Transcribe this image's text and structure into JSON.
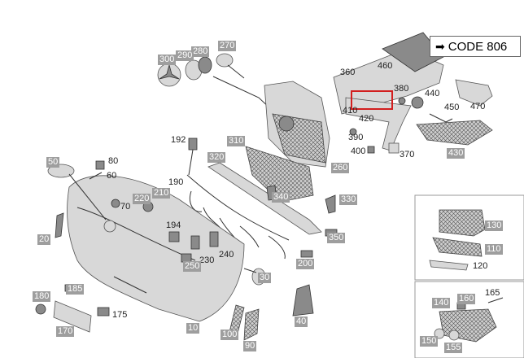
{
  "code_label": "CODE 806",
  "code_arrow_icon": "right-arrow-icon",
  "highlight_color": "#d21f1f",
  "callouts": [
    {
      "id": "c270",
      "text": "270",
      "boxed": true
    },
    {
      "id": "c280",
      "text": "280",
      "boxed": true
    },
    {
      "id": "c290",
      "text": "290",
      "boxed": true
    },
    {
      "id": "c300",
      "text": "300",
      "boxed": true
    },
    {
      "id": "c360",
      "text": "360",
      "boxed": false
    },
    {
      "id": "c460",
      "text": "460",
      "boxed": false
    },
    {
      "id": "c380",
      "text": "380",
      "boxed": false
    },
    {
      "id": "c440",
      "text": "440",
      "boxed": false
    },
    {
      "id": "c410",
      "text": "410",
      "boxed": false
    },
    {
      "id": "c420",
      "text": "420",
      "boxed": false
    },
    {
      "id": "c450",
      "text": "450",
      "boxed": false
    },
    {
      "id": "c470",
      "text": "470",
      "boxed": false
    },
    {
      "id": "c390",
      "text": "390",
      "boxed": false
    },
    {
      "id": "c400",
      "text": "400",
      "boxed": false
    },
    {
      "id": "c370",
      "text": "370",
      "boxed": false
    },
    {
      "id": "c430",
      "text": "430",
      "boxed": true
    },
    {
      "id": "c192",
      "text": "192",
      "boxed": false
    },
    {
      "id": "c310",
      "text": "310",
      "boxed": true
    },
    {
      "id": "c320",
      "text": "320",
      "boxed": true
    },
    {
      "id": "c260",
      "text": "260",
      "boxed": true
    },
    {
      "id": "c50",
      "text": "50",
      "boxed": true
    },
    {
      "id": "c80",
      "text": "80",
      "boxed": false
    },
    {
      "id": "c60",
      "text": "60",
      "boxed": false
    },
    {
      "id": "c190",
      "text": "190",
      "boxed": false
    },
    {
      "id": "c340",
      "text": "340",
      "boxed": true
    },
    {
      "id": "c330",
      "text": "330",
      "boxed": true
    },
    {
      "id": "c210",
      "text": "210",
      "boxed": true
    },
    {
      "id": "c220",
      "text": "220",
      "boxed": true
    },
    {
      "id": "c70",
      "text": "70",
      "boxed": false
    },
    {
      "id": "c194",
      "text": "194",
      "boxed": false
    },
    {
      "id": "c350",
      "text": "350",
      "boxed": true
    },
    {
      "id": "c20",
      "text": "20",
      "boxed": true
    },
    {
      "id": "c240",
      "text": "240",
      "boxed": false
    },
    {
      "id": "c230",
      "text": "230",
      "boxed": false
    },
    {
      "id": "c250",
      "text": "250",
      "boxed": true
    },
    {
      "id": "c200",
      "text": "200",
      "boxed": true
    },
    {
      "id": "c30",
      "text": "30",
      "boxed": true
    },
    {
      "id": "c180",
      "text": "180",
      "boxed": true
    },
    {
      "id": "c185",
      "text": "185",
      "boxed": true
    },
    {
      "id": "c175",
      "text": "175",
      "boxed": false
    },
    {
      "id": "c170",
      "text": "170",
      "boxed": true
    },
    {
      "id": "c10",
      "text": "10",
      "boxed": true
    },
    {
      "id": "c100",
      "text": "100",
      "boxed": true
    },
    {
      "id": "c90",
      "text": "90",
      "boxed": true
    },
    {
      "id": "c40",
      "text": "40",
      "boxed": true
    },
    {
      "id": "c130",
      "text": "130",
      "boxed": true
    },
    {
      "id": "c110",
      "text": "110",
      "boxed": true
    },
    {
      "id": "c120",
      "text": "120",
      "boxed": false
    },
    {
      "id": "c140",
      "text": "140",
      "boxed": true
    },
    {
      "id": "c160",
      "text": "160",
      "boxed": true
    },
    {
      "id": "c165",
      "text": "165",
      "boxed": false
    },
    {
      "id": "c150",
      "text": "150",
      "boxed": true
    },
    {
      "id": "c155",
      "text": "155",
      "boxed": true
    }
  ]
}
